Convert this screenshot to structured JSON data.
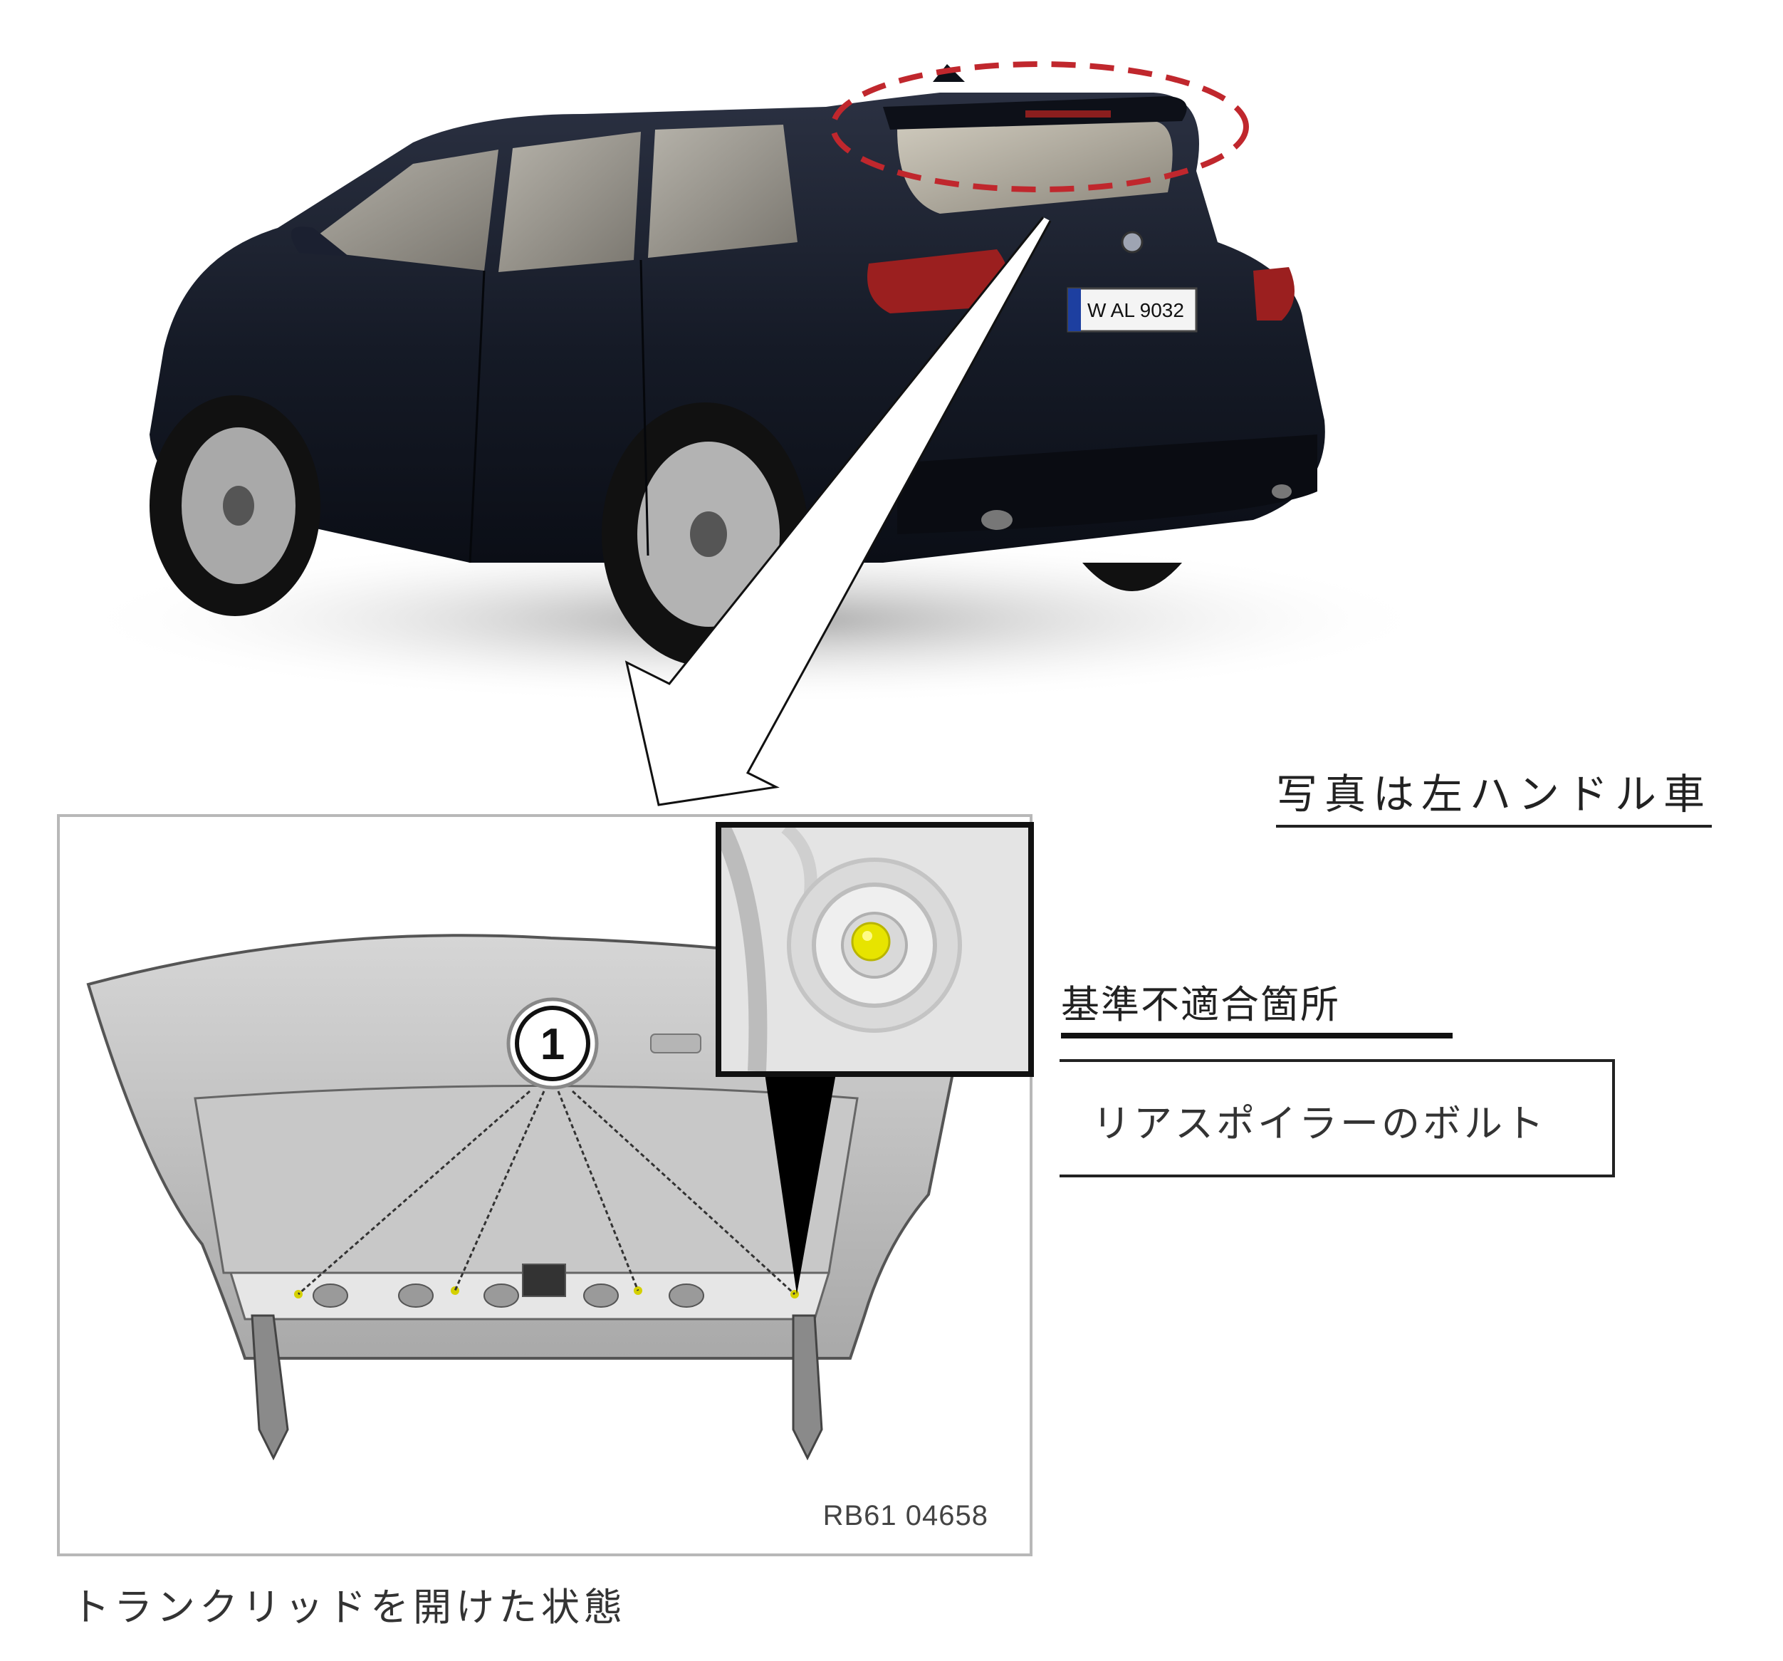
{
  "photo_note": "写真は左ハンドル車",
  "nonconformity": {
    "title": "基準不適合箇所",
    "item": "リアスポイラーのボルト"
  },
  "trunk_figure": {
    "callout_number": "1",
    "image_code": "RB61 04658",
    "caption": "トランクリッドを開けた状態"
  },
  "car_plate": "W AL 9032"
}
